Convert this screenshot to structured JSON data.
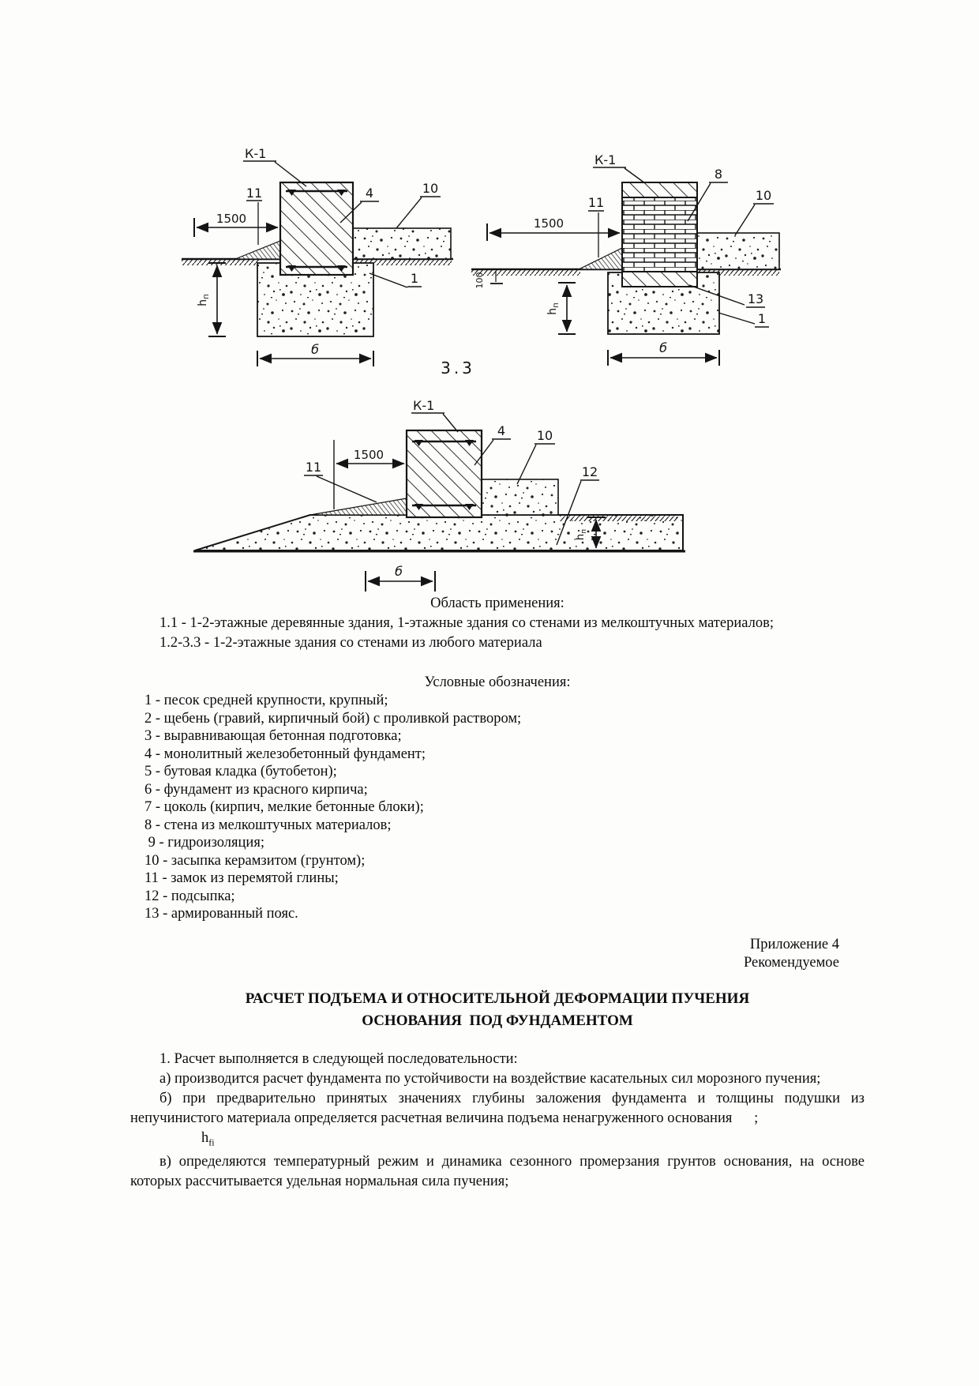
{
  "figures": {
    "labels": {
      "k1": "К-1",
      "n1": "1",
      "n4": "4",
      "n8": "8",
      "n10": "10",
      "n11": "11",
      "n12": "12",
      "n13": "13",
      "dim_1500": "1500",
      "dim_100": "100",
      "dim_b": "б",
      "h_base": "h",
      "h_sub": "п",
      "fig3_caption": "3.3"
    }
  },
  "application": {
    "title": "Область применения:",
    "items": [
      "1.1 - 1-2-этажные деревянные здания, 1-этажные здания со стенами из мелкоштучных материалов;",
      "1.2-3.3 - 1-2-этажные здания со стенами из любого материала"
    ]
  },
  "legend": {
    "title": "Условные обозначения:",
    "items": [
      "1 - песок средней крупности, крупный;",
      "2 - щебень (гравий, кирпичный бой) с проливкой раствором;",
      "3 - выравнивающая бетонная подготовка;",
      "4 - монолитный железобетонный фундамент;",
      "5 - бутовая кладка (бутобетон);",
      "6 - фундамент из красного кирпича;",
      "7 - цоколь (кирпич, мелкие бетонные блоки);",
      "8 - стена из мелкоштучных материалов;",
      " 9 - гидроизоляция;",
      "10 - засыпка керамзитом (грунтом);",
      "11 - замок из перемятой глины;",
      "12 - подсыпка;",
      "13 - армированный пояс."
    ]
  },
  "appendix": {
    "label": "Приложение 4",
    "type": "Рекомендуемое"
  },
  "heading": {
    "line1": "РАСЧЕТ ПОДЪЕМА И ОТНОСИТЕЛЬНОЙ ДЕФОРМАЦИИ ПУЧЕНИЯ",
    "line2": "ОСНОВАНИЯ  ПОД ФУНДАМЕНТОМ"
  },
  "body": {
    "intro": "1. Расчет выполняется в следующей последовательности:",
    "item_a": "а) производится расчет фундамента по устойчивости на воздействие касательных сил морозного пучения;",
    "item_b": "б) при предварительно принятых значениях глубины заложения фундамента и толщины подушки из непучинистого материала определяется расчетная величина подъема ненагруженного основания      ;",
    "formula_base": "h",
    "formula_sub": "fi",
    "item_v": "в) определяются температурный режим и динамика сезонного промерзания грунтов основания, на основе которых рассчитывается удельная нормальная сила пучения;"
  }
}
